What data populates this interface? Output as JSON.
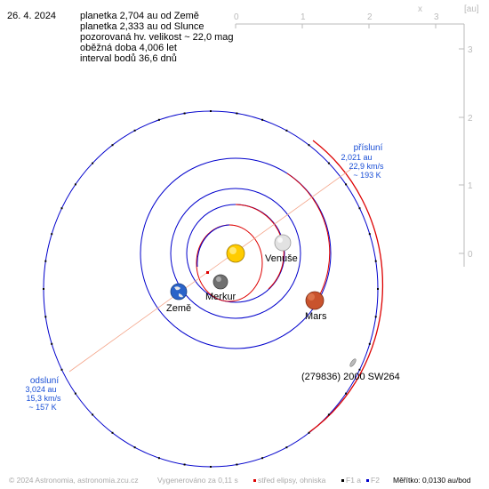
{
  "header": {
    "date": "26. 4. 2024",
    "info_lines": [
      "planetka 2,704 au od Země",
      "planetka 2,333 au od Slunce",
      "pozorovaná hv. velikost ~ 22,0 mag",
      "oběžná doba 4,006 let",
      "interval bodů 36,6 dnů"
    ]
  },
  "axes": {
    "x_letter": "x",
    "unit": "[au]",
    "x_ticks": [
      "0",
      "1",
      "2",
      "3"
    ],
    "y_ticks": [
      "3",
      "2",
      "1",
      "0"
    ]
  },
  "bodies": {
    "sun": "",
    "venus": "Venuše",
    "mercury": "Merkur",
    "earth": "Země",
    "mars": "Mars",
    "asteroid": "(279836) 2000 SW264"
  },
  "perihelion": {
    "title": "přísluní",
    "distance": "2,021 au",
    "speed": "22,9 km/s",
    "temperature": "~ 193 K"
  },
  "aphelion": {
    "title": "odsluní",
    "distance": "3,024 au",
    "speed": "15,3 km/s",
    "temperature": "~ 157 K"
  },
  "footer": {
    "copyright": "© 2024 Astronomia, astronomia.zcu.cz",
    "generated": "Vygenerováno za 0,11 s",
    "ellipse_center": "střed elipsy, ohniska",
    "f1_label": "F1 a",
    "f2_label": "F2",
    "scale": "Měřítko: 0,0130 au/bod"
  },
  "colors": {
    "orbit_blue": "#0000cc",
    "orbit_red": "#dd0000",
    "text_blue": "#1a4fd6",
    "axis_gray": "#bbbbbb",
    "apsides_line": "#f4a58a",
    "sun": "#ffcc00",
    "mars": "#c9532d"
  }
}
